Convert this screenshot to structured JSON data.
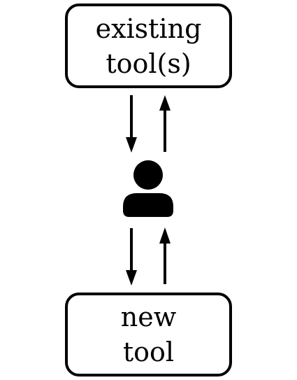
{
  "diagram": {
    "nodes": {
      "existing": {
        "lines": [
          "existing",
          "tool(s)"
        ]
      },
      "user": {
        "icon": "person-icon"
      },
      "new": {
        "lines": [
          "new",
          "tool"
        ]
      }
    },
    "edges": [
      {
        "from": "existing",
        "to": "user"
      },
      {
        "from": "user",
        "to": "existing"
      },
      {
        "from": "user",
        "to": "new"
      },
      {
        "from": "new",
        "to": "user"
      }
    ],
    "colors": {
      "stroke": "#000000",
      "background": "#ffffff"
    }
  }
}
